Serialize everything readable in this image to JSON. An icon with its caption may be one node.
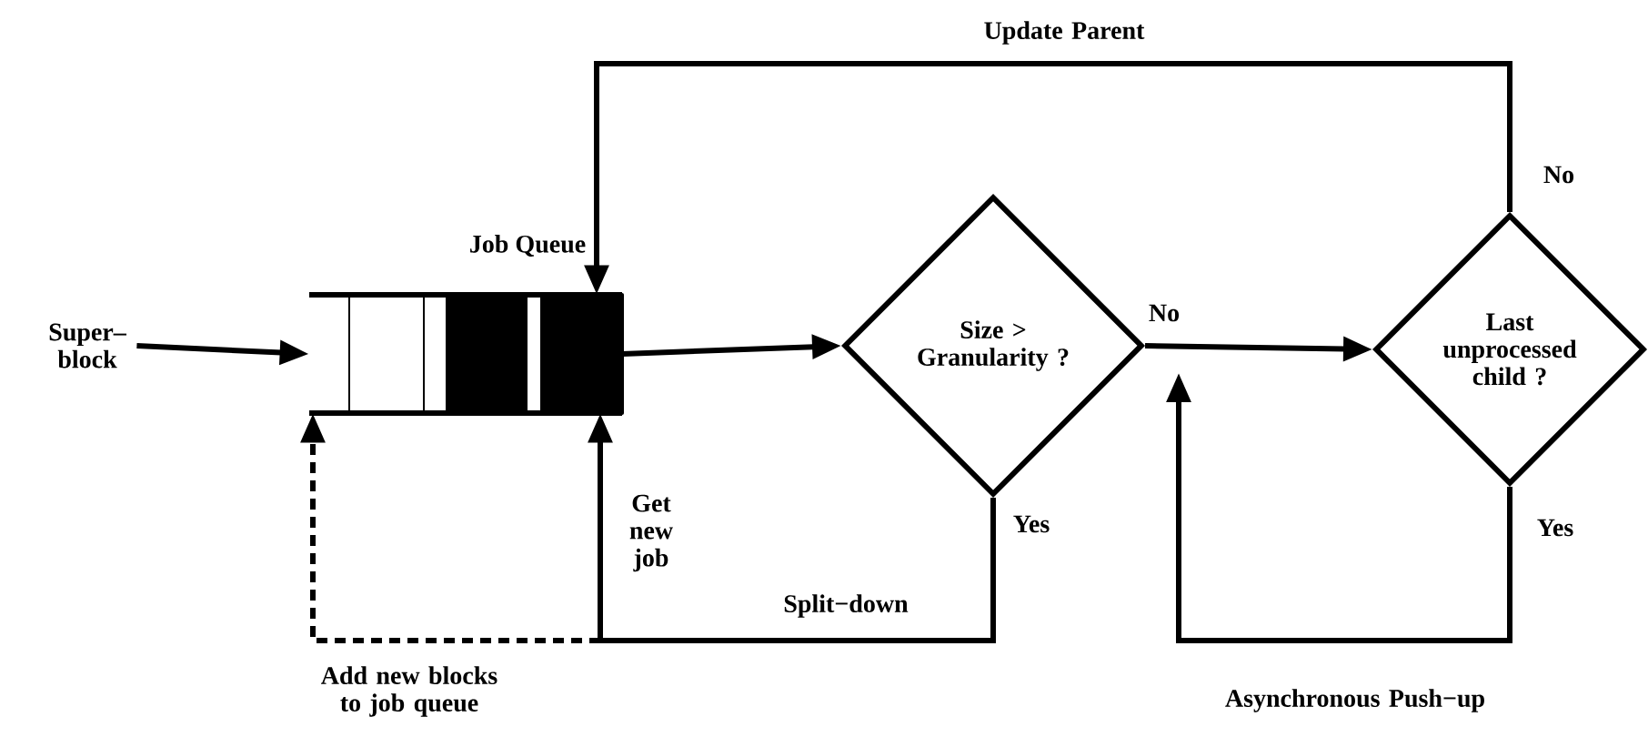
{
  "diagram": {
    "nodes": [
      {
        "text": [
          "Super– block"
        ]
      },
      {
        "text": [
          "Job Queue"
        ]
      },
      {
        "text": [
          "Size > Granularity ?"
        ]
      },
      {
        "text": [
          "Last unprocessed child ?"
        ]
      }
    ],
    "edges": [
      {
        "from": 0,
        "to": 1,
        "arrow": "to"
      },
      {
        "from": 1,
        "to": 2,
        "arrow": "to"
      },
      {
        "from": 2,
        "to": 3,
        "arrow": "to"
      },
      {
        "from": 2,
        "to": 1,
        "arrow": "to",
        "label": "Split−down"
      },
      {
        "from": 3,
        "to": 1,
        "arrow": "to",
        "label": "Update Parent"
      },
      {
        "from": 3,
        "to": null,
        "arrow": "to",
        "label": "Asynchronous Push−up"
      },
      {
        "from": null,
        "to": 1,
        "arrow": "to",
        "style": "dashed",
        "label": "Add new blocks to job queue"
      }
    ],
    "labels": [
      "No",
      "No",
      "Get new job",
      "Yes",
      "Yes"
    ]
  }
}
